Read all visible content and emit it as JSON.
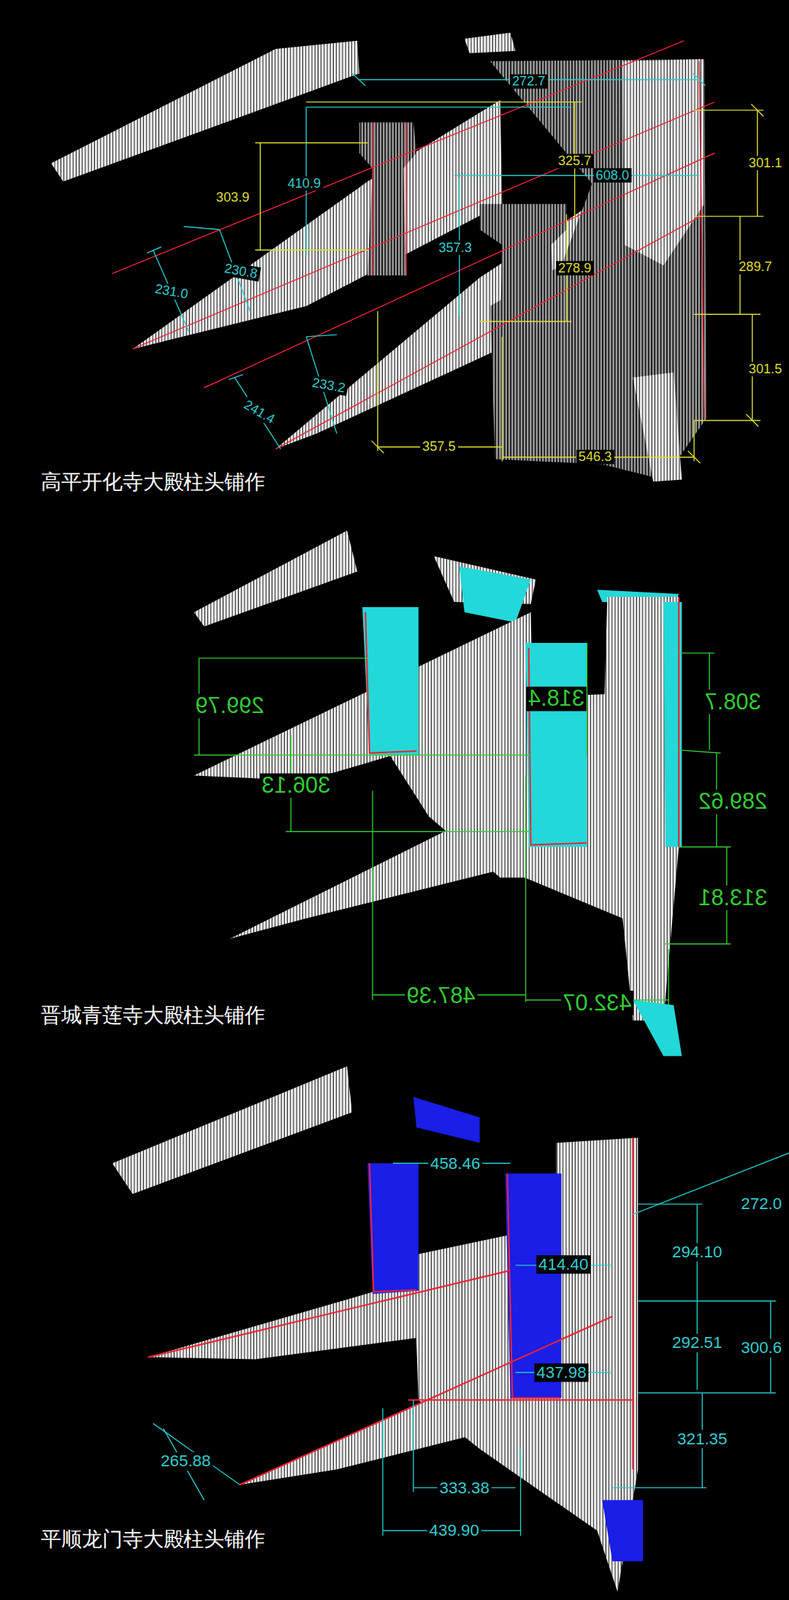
{
  "diagram": {
    "labels": [
      "272.7",
      "325.7",
      "301.1",
      "608.0",
      "303.9",
      "410.9",
      "357.3",
      "278.9",
      "289.7",
      "231.0",
      "230.8",
      "301.5",
      "241.4",
      "233.2",
      "357.5",
      "546.3",
      "高平开化寺大殿柱头铺作",
      "299.79",
      "318.4",
      "308.7",
      "306.13",
      "289.62",
      "313.81",
      "487.39",
      "432.07",
      "晋城青莲寺大殿柱头铺作",
      "458.46",
      "272.0",
      "294.10",
      "414.40",
      "292.51",
      "300.6",
      "437.98",
      "321.35",
      "265.88",
      "333.38",
      "439.90",
      "平顺龙门寺大殿柱头铺作"
    ]
  }
}
